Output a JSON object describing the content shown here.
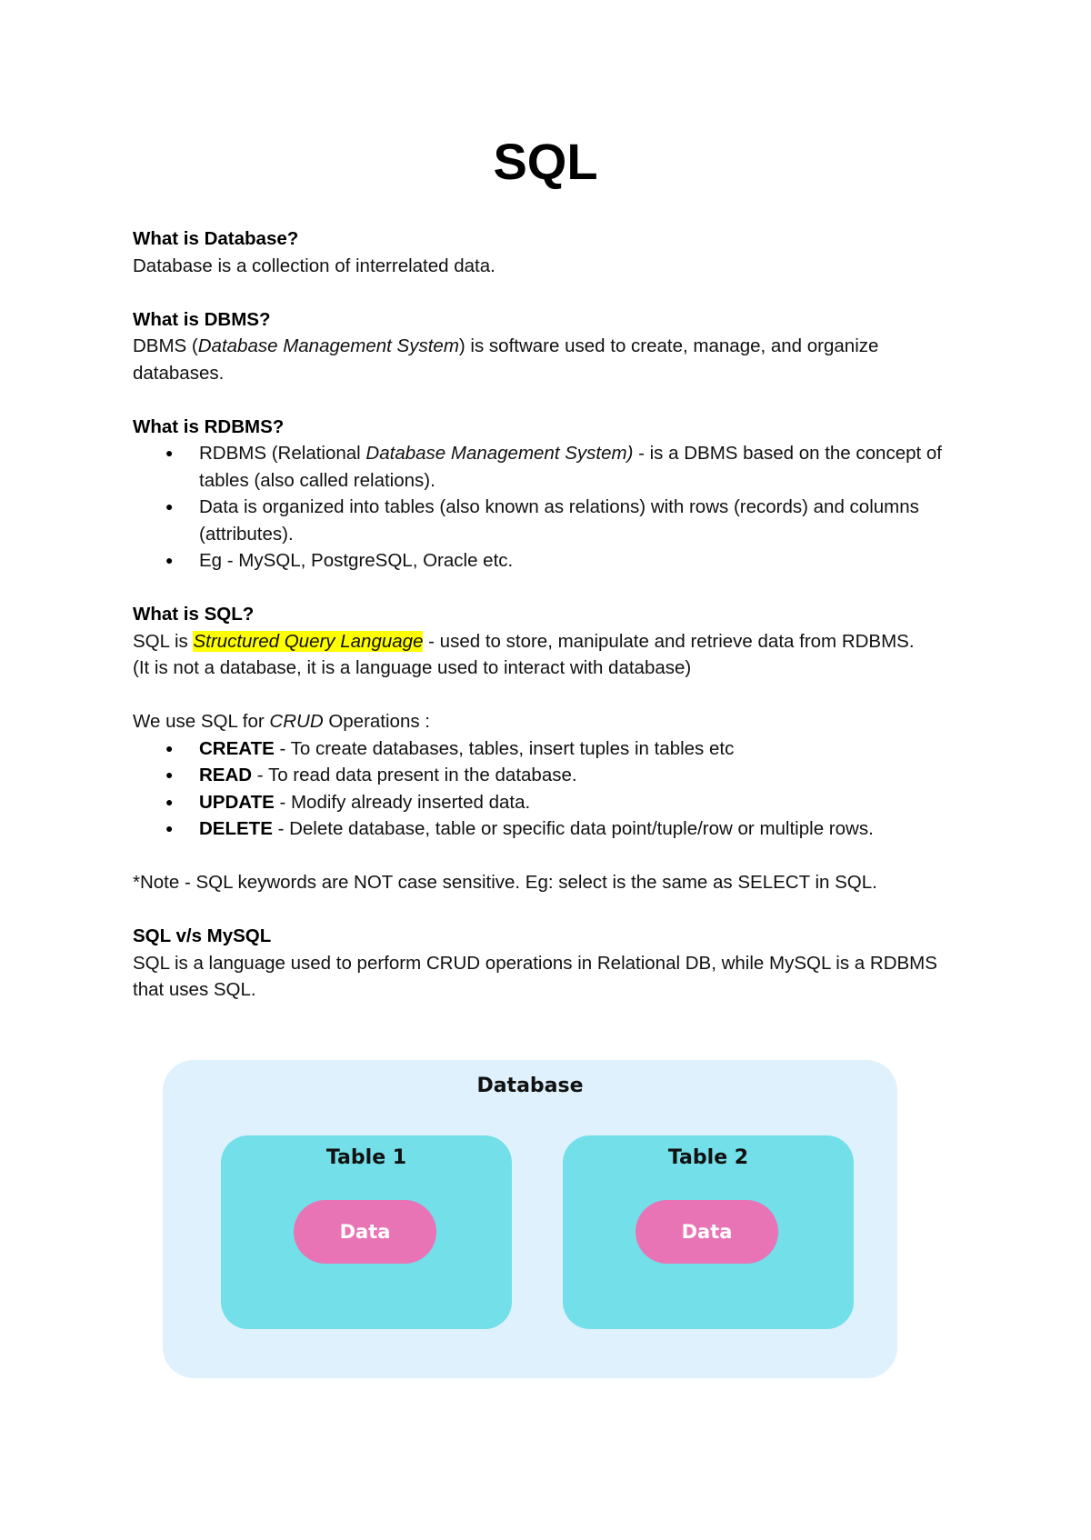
{
  "document": {
    "title": "SQL",
    "sections": {
      "database": {
        "heading": "What is Database?",
        "body": "Database is a collection of interrelated data."
      },
      "dbms": {
        "heading": "What is DBMS?",
        "body_prefix": "DBMS (",
        "body_italic": "Database Management System",
        "body_suffix": ") is software used to create, manage, and organize databases."
      },
      "rdbms": {
        "heading": "What is RDBMS?",
        "bullets": [
          {
            "prefix": "RDBMS (Relational ",
            "italic": "Database Management System)",
            "suffix": " - is a DBMS based on the concept of tables (also called relations)."
          },
          {
            "text": "Data is organized into tables (also known as relations) with rows (records) and columns (attributes)."
          },
          {
            "text": "Eg - MySQL, PostgreSQL, Oracle etc."
          }
        ]
      },
      "sql": {
        "heading": "What is SQL?",
        "body_prefix": "SQL is ",
        "body_highlight": "Structured Query Language",
        "body_suffix": " - used to store, manipulate and retrieve data from RDBMS.",
        "note": "(It is not a database, it is a language used to interact with database)"
      },
      "crud": {
        "intro_prefix": "We use SQL for ",
        "intro_italic": "CRUD",
        "intro_suffix": " Operations :",
        "bullets": [
          {
            "keyword": "CREATE",
            "text": " - To create databases, tables, insert tuples in tables etc"
          },
          {
            "keyword": "READ",
            "text": " - To read data present in the database."
          },
          {
            "keyword": "UPDATE",
            "text": " - Modify already inserted data."
          },
          {
            "keyword": "DELETE",
            "text": " - Delete database, table or specific data point/tuple/row or multiple rows."
          }
        ]
      },
      "note": "*Note - SQL keywords are NOT case sensitive. Eg: select is the same as SELECT in SQL.",
      "sql_vs_mysql": {
        "heading": "SQL v/s MySQL",
        "body": "SQL is a language used to perform CRUD operations in Relational DB, while MySQL is a RDBMS that uses SQL."
      }
    },
    "diagram": {
      "container_label": "Database",
      "tables": [
        {
          "label": "Table 1",
          "data_label": "Data"
        },
        {
          "label": "Table 2",
          "data_label": "Data"
        }
      ],
      "colors": {
        "database_bg": "#dff1fc",
        "table_bg": "#72dfe9",
        "data_bg": "#e874b6",
        "highlight": "#ffff00"
      }
    }
  }
}
